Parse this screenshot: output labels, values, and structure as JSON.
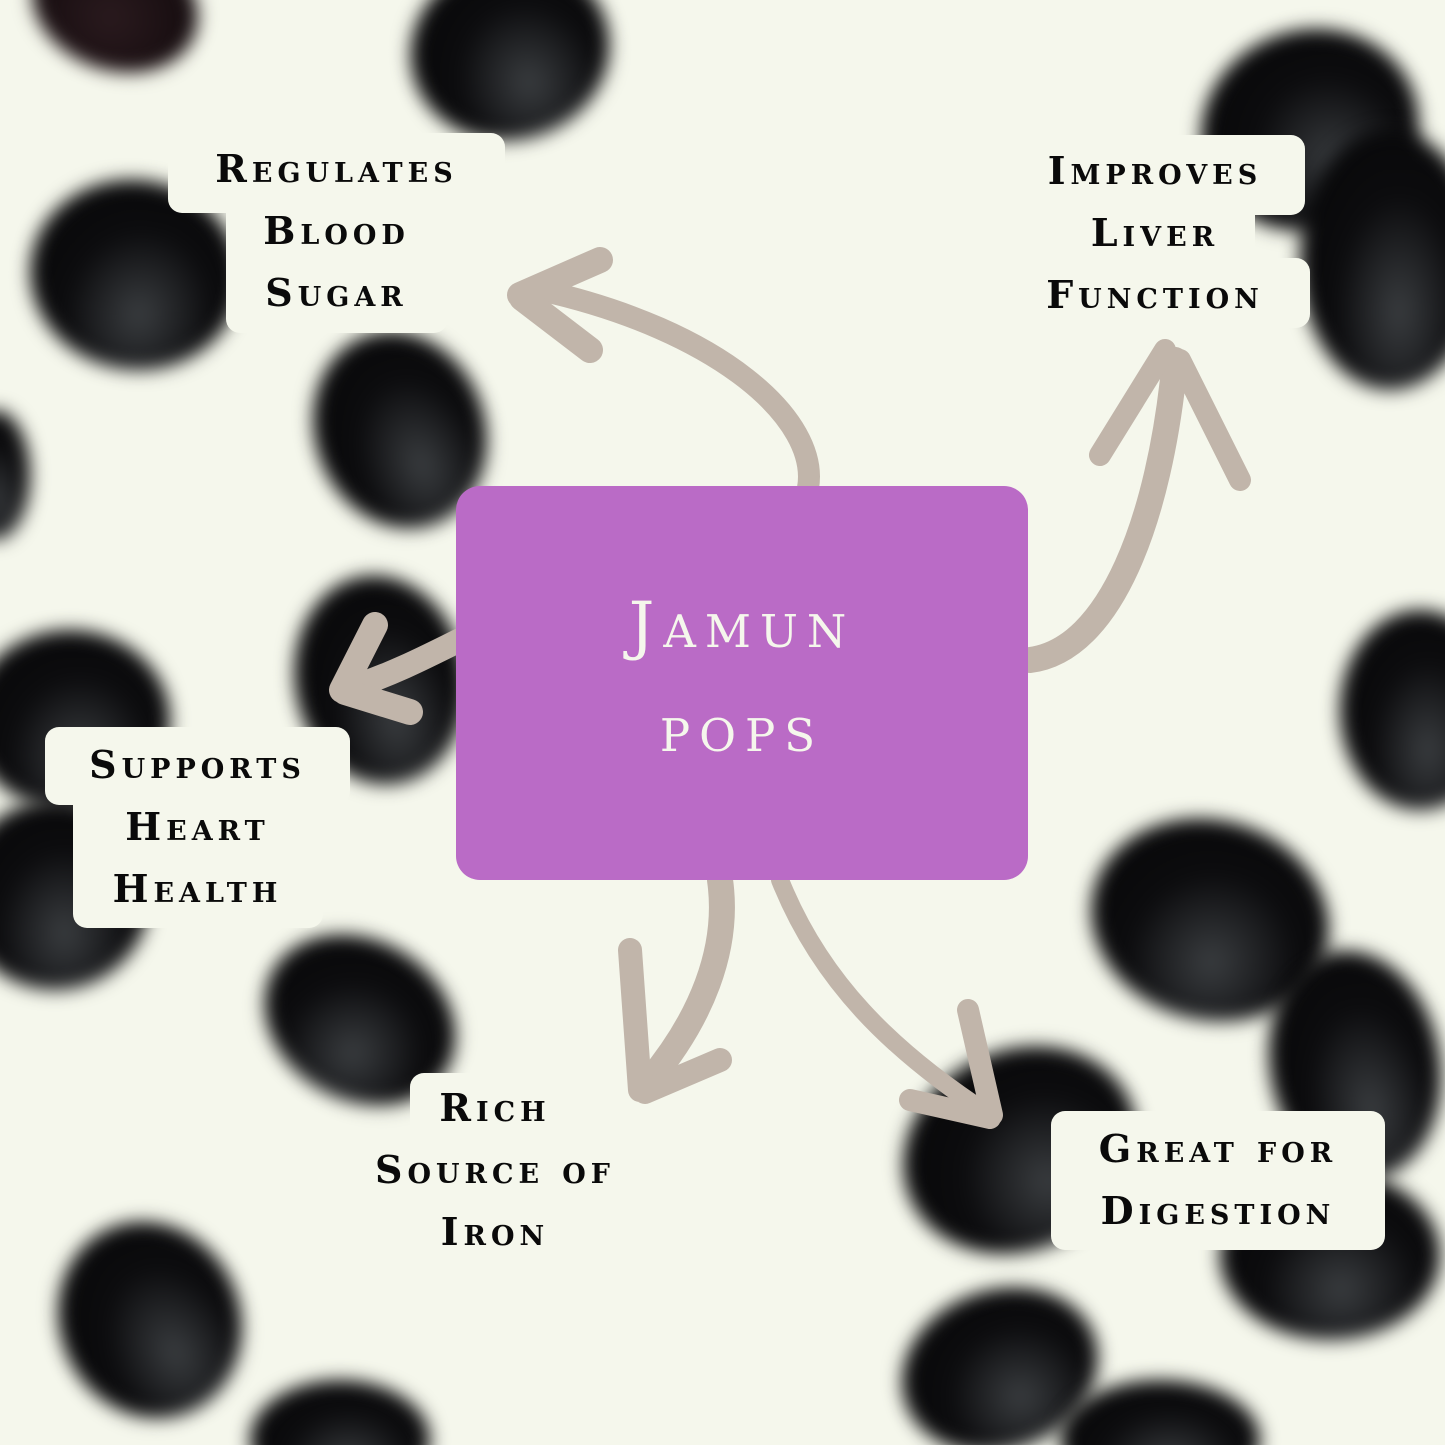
{
  "center": {
    "line1": "Jamun",
    "line2": "pops",
    "color": "#BA6BC6",
    "text_color": "#F5F7EC"
  },
  "benefits": [
    {
      "id": "blood-sugar",
      "lines": [
        "Regulates",
        "Blood",
        "Sugar"
      ]
    },
    {
      "id": "liver",
      "lines": [
        "Improves",
        "Liver",
        "Function"
      ]
    },
    {
      "id": "heart",
      "lines": [
        "Supports",
        "Heart",
        "Health"
      ]
    },
    {
      "id": "iron",
      "lines": [
        "Rich",
        "Source of",
        "Iron"
      ]
    },
    {
      "id": "digestion",
      "lines": [
        "Great for",
        "Digestion"
      ]
    }
  ],
  "colors": {
    "background": "#F5F7EC",
    "arrow": "#C1B5AA",
    "label_text": "#0A0A0A",
    "berry": "#0C0C0E"
  }
}
